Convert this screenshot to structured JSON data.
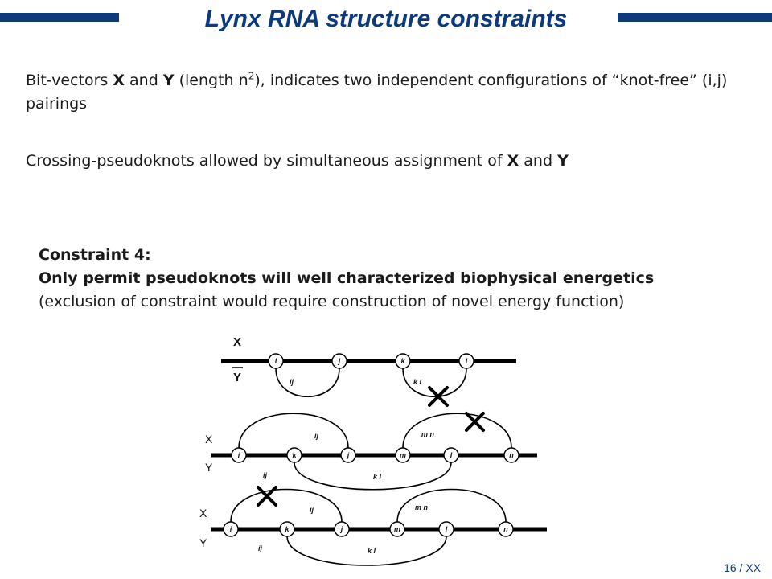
{
  "header": {
    "title": "Lynx RNA structure constraints",
    "accent_color": "#0c3a7a"
  },
  "body": {
    "para1": {
      "a": "Bit-vectors ",
      "b": "X",
      "c": " and ",
      "d": "Y",
      "e": " (length n",
      "sup": "2",
      "f": "), indicates two independent configurations of “knot-free” (i,j) pairings"
    },
    "para2": {
      "a": "Crossing-pseudoknots allowed by simultaneous assignment of ",
      "b": "X",
      "c": " and ",
      "d": "Y"
    },
    "constraint": {
      "heading": "Constraint 4:",
      "line1": "Only permit pseudoknots will well characterized biophysical energetics",
      "line2": "(exclusion of constraint would require construction of novel energy function)"
    }
  },
  "diagram": {
    "d1": {
      "x_label": "X",
      "y_label": "Y",
      "nodes": [
        "i",
        "j",
        "k",
        "l"
      ],
      "arcs": [
        "ij",
        "k l"
      ]
    },
    "d2": {
      "x_label": "X",
      "y_label": "Y",
      "nodes": [
        "i",
        "k",
        "j",
        "m",
        "l",
        "n"
      ],
      "arcs": [
        "ij",
        "m n",
        "ij",
        "k l"
      ]
    },
    "d3": {
      "x_label": "X",
      "y_label": "Y",
      "nodes": [
        "i",
        "k",
        "j",
        "m",
        "l",
        "n"
      ],
      "arcs": [
        "ij",
        "m n",
        "ij",
        "k l"
      ]
    }
  },
  "footer": {
    "page": "16 / XX"
  }
}
